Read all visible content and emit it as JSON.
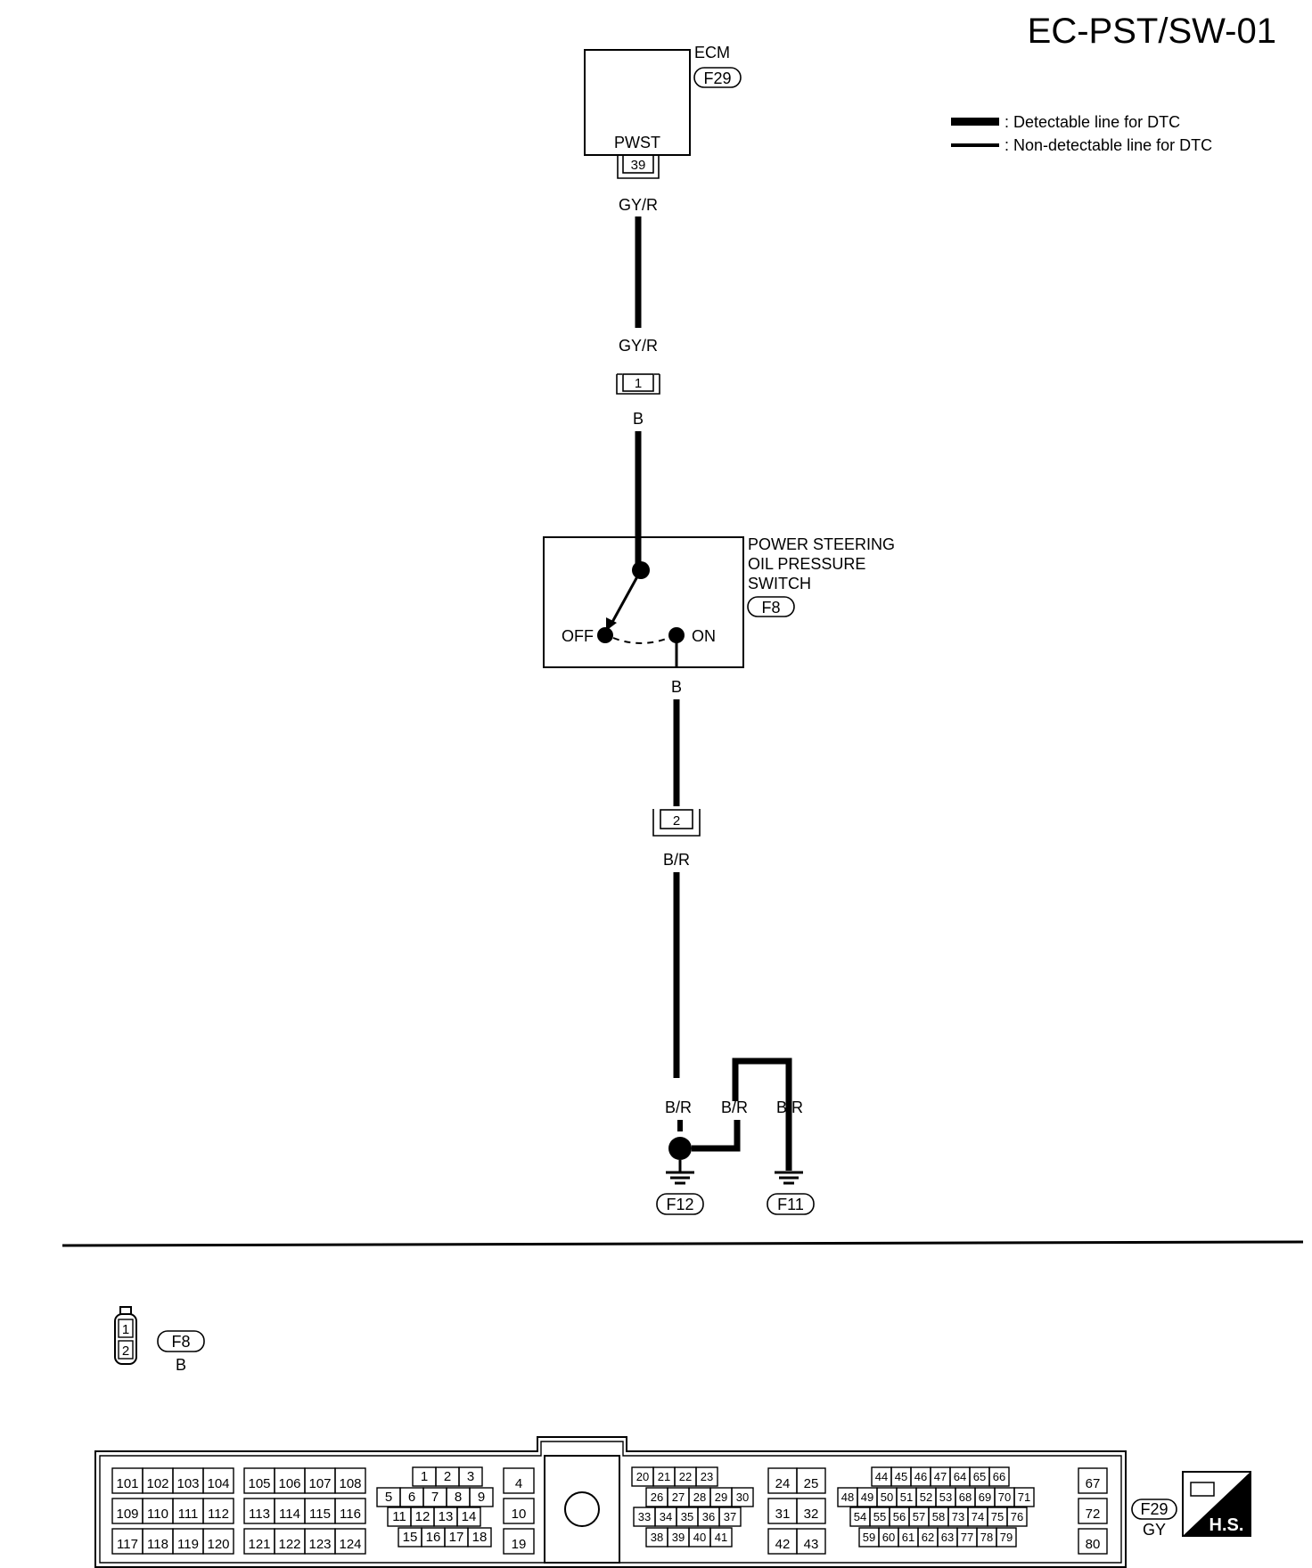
{
  "page_code": "EC-PST/SW-01",
  "legend": {
    "detectable": ": Detectable line for DTC",
    "non_detectable": ": Non-detectable line for DTC"
  },
  "ecm": {
    "name": "ECM",
    "connector": "F29",
    "terminal_name": "PWST",
    "terminal": "39"
  },
  "wires": {
    "ecm_out_color": "GY/R",
    "joint_in_color": "GY/R",
    "joint_out_color": "B",
    "joint_pin": "1",
    "switch_out_color": "B",
    "joint2_pin": "2",
    "joint2_out_color": "B/R",
    "ground_left_color": "B/R",
    "ground_mid_color": "B/R",
    "ground_right_color": "B/R"
  },
  "switch": {
    "name_line1": "POWER STEERING",
    "name_line2": "OIL PRESSURE",
    "name_line3": "SWITCH",
    "connector": "F8",
    "off_label": "OFF",
    "on_label": "ON"
  },
  "grounds": {
    "left": "F12",
    "right": "F11"
  },
  "f8_connector": {
    "id": "F8",
    "color": "B",
    "pins": [
      "1",
      "2"
    ]
  },
  "ecm_connector": {
    "id": "F29",
    "color": "GY",
    "hs_label": "H.S.",
    "block1": [
      [
        "101",
        "102",
        "103",
        "104"
      ],
      [
        "109",
        "110",
        "111",
        "112"
      ],
      [
        "117",
        "118",
        "119",
        "120"
      ]
    ],
    "block2": [
      [
        "105",
        "106",
        "107",
        "108"
      ],
      [
        "113",
        "114",
        "115",
        "116"
      ],
      [
        "121",
        "122",
        "123",
        "124"
      ]
    ],
    "block3": [
      [
        "1",
        "2",
        "3"
      ],
      [
        "5",
        "6",
        "7",
        "8",
        "9"
      ],
      [
        "11",
        "12",
        "13",
        "14"
      ],
      [
        "15",
        "16",
        "17",
        "18"
      ]
    ],
    "block4": [
      "4",
      "10",
      "19"
    ],
    "block5": [
      [
        "20",
        "21",
        "22",
        "23"
      ],
      [
        "26",
        "27",
        "28",
        "29",
        "30"
      ],
      [
        "33",
        "34",
        "35",
        "36",
        "37"
      ],
      [
        "38",
        "39",
        "40",
        "41"
      ]
    ],
    "block6": [
      [
        "24",
        "25"
      ],
      [
        "31",
        "32"
      ],
      [
        "42",
        "43"
      ]
    ],
    "block7": [
      [
        "44",
        "45",
        "46",
        "47",
        "64",
        "65",
        "66"
      ],
      [
        "48",
        "49",
        "50",
        "51",
        "52",
        "53",
        "68",
        "69",
        "70",
        "71"
      ],
      [
        "54",
        "55",
        "56",
        "57",
        "58",
        "73",
        "74",
        "75",
        "76"
      ],
      [
        "59",
        "60",
        "61",
        "62",
        "63",
        "77",
        "78",
        "79"
      ]
    ],
    "block8": [
      "67",
      "72",
      "80"
    ]
  }
}
